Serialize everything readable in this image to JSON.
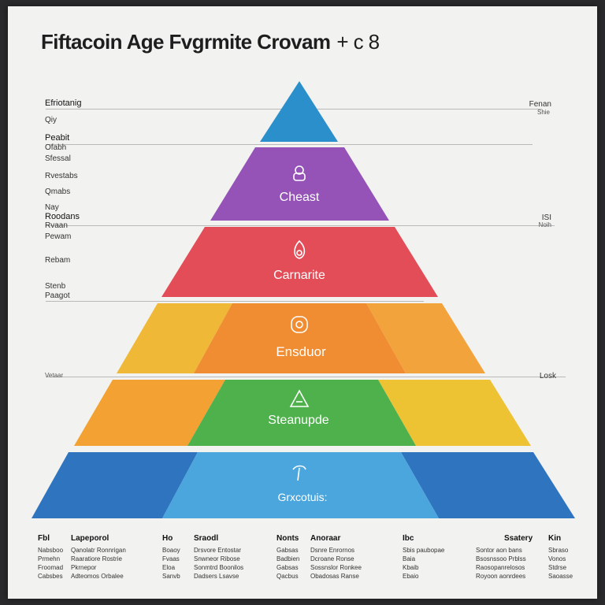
{
  "title": "Fiftacoin Age Fvgrmite Crovam",
  "title_suffix": "+ c 8",
  "left_labels": [
    {
      "text": "Efriotanig",
      "bold": true
    },
    {
      "text": "Qiy",
      "bold": false
    },
    {
      "text": "Peabit",
      "bold": true
    },
    {
      "text": "Ofabh",
      "bold": false
    },
    {
      "text": "Sfessal",
      "bold": false
    },
    {
      "text": "Rvestabs",
      "bold": false
    },
    {
      "text": "Qmabs",
      "bold": false
    },
    {
      "text": "Nay",
      "bold": false
    },
    {
      "text": "Roodans",
      "bold": true
    },
    {
      "text": "Rvaan",
      "bold": false
    },
    {
      "text": "Pewam",
      "bold": false
    },
    {
      "text": "Rebam",
      "bold": false
    },
    {
      "text": "Stenb",
      "bold": false
    },
    {
      "text": "Paagot",
      "bold": false
    },
    {
      "text": "Vetaar",
      "bold": false
    }
  ],
  "right_labels": [
    {
      "text": "Fenan",
      "small": "Shie"
    },
    {
      "text": "ISI",
      "small": "Noih"
    },
    {
      "text": "Losk",
      "small": ""
    }
  ],
  "tiers": [
    {
      "label": "",
      "icon": "",
      "color": "#2a8fcb"
    },
    {
      "label": "Cheast",
      "icon": "lock-icon",
      "color": "#9553b7"
    },
    {
      "label": "Carnarite",
      "icon": "flame-icon",
      "color": "#e34d58"
    },
    {
      "label": "Ensduor",
      "icon": "target-icon",
      "color": "#f08d32"
    },
    {
      "label": "Steanupde",
      "icon": "triangle-icon",
      "color": "#4eb14c"
    },
    {
      "label": "Grxcotuis:",
      "icon": "pin-icon",
      "color": "#4aa6dd"
    }
  ],
  "footer": [
    {
      "header": "Fbl",
      "items": [
        "Nabsboo",
        "Prmehn",
        "Froomad",
        "Cabsbes"
      ]
    },
    {
      "header": "Lapeporol",
      "items": [
        "Qanolatr Ronnrigan",
        "Raaratiore Rostrie",
        "Pkrnepor",
        "Adteomos Orbalee"
      ]
    },
    {
      "header": "Ho",
      "items": [
        "Boaoy",
        "Fvaas",
        "Eloa",
        "Sanvb"
      ]
    },
    {
      "header": "Sraodl",
      "items": [
        "Drsvore Entostar",
        "Snwneor Ribose",
        "Sonmtrd Boonilos",
        "Dadsers Lsavse"
      ]
    },
    {
      "header": "Nonts",
      "items": [
        "Gabsas",
        "Badbien",
        "Gabsas",
        "Qacbus"
      ]
    },
    {
      "header": "Anoraar",
      "items": [
        "Dsnre Enrornos",
        "Dcroane Ronse",
        "Sossnslor Ronkee",
        "Obadosas Ranse"
      ]
    },
    {
      "header": "Ibc",
      "items": [
        "Sbis paubopae",
        "Baia",
        "Kbaib",
        "Ebaio"
      ]
    },
    {
      "header": "Ssatery",
      "items": [
        "Sontor aon bans",
        "Bsosnssoo Prblss",
        "Raosopanrelosos",
        "Royoon aonrdees"
      ]
    },
    {
      "header": "Kin",
      "items": [
        "Sbraso",
        "Vonos",
        "Stdrse",
        "Saoasse"
      ]
    }
  ]
}
